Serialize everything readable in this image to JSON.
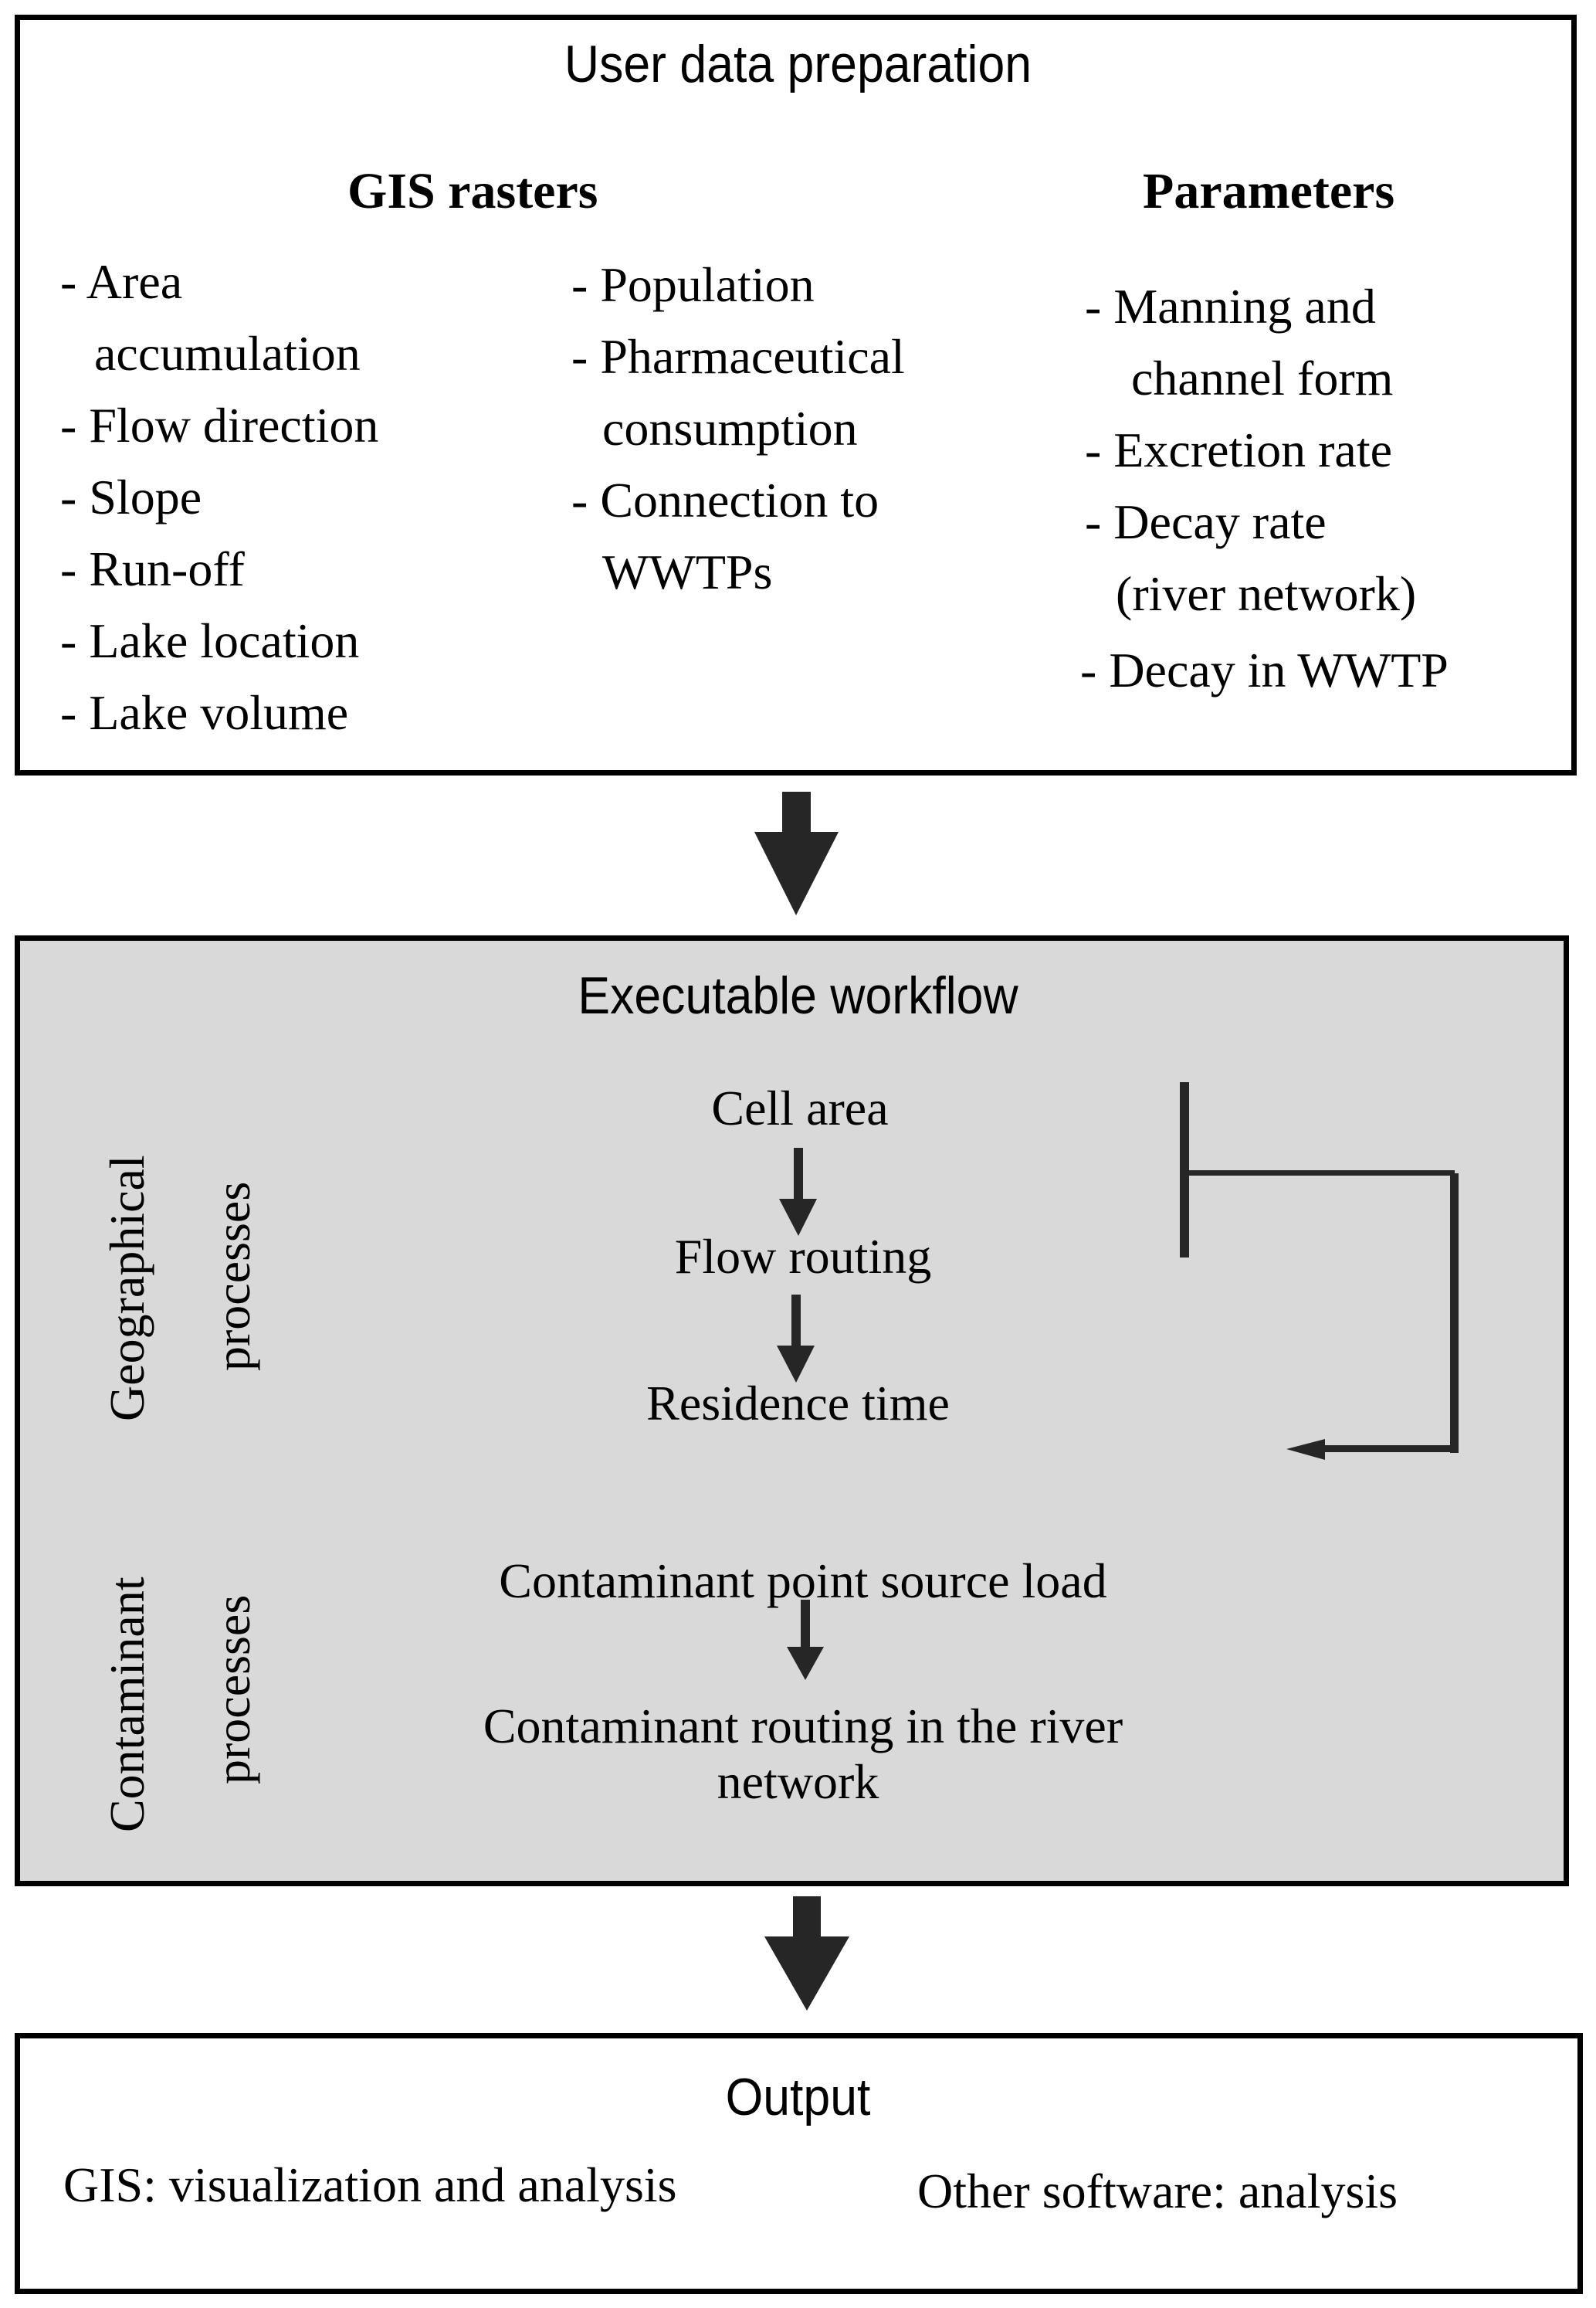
{
  "input_box": {
    "title": "User data preparation",
    "gis_rasters": {
      "heading": "GIS rasters",
      "column1": [
        "- Area",
        "  accumulation",
        "- Flow direction",
        "- Slope",
        "- Run-off",
        "- Lake  location",
        "- Lake  volume"
      ],
      "column2": [
        "- Population",
        "- Pharmaceutical",
        "  consumption",
        "- Connection to",
        "  WWTPs"
      ]
    },
    "parameters": {
      "heading": "Parameters",
      "items": [
        "- Manning and",
        "  channel form",
        "- Excretion rate",
        "- Decay rate",
        "  (river network)",
        "- Decay in WWTP"
      ]
    }
  },
  "workflow_box": {
    "title": "Executable workflow",
    "geographical": {
      "label_line1": "Geographical",
      "label_line2": "processes",
      "steps": [
        "Cell area",
        "Flow routing",
        "Residence time"
      ]
    },
    "contaminant": {
      "label_line1": "Contaminant",
      "label_line2": "processes",
      "steps": [
        "Contaminant point source load",
        "Contaminant routing in the river",
        "network"
      ]
    }
  },
  "output_box": {
    "title": "Output",
    "items": [
      "GIS: visualization and analysis",
      "Other software: analysis"
    ]
  },
  "colors": {
    "border": "#000000",
    "arrow": "#262626",
    "workflow_fill": "#d9d9d9",
    "background": "#ffffff"
  }
}
